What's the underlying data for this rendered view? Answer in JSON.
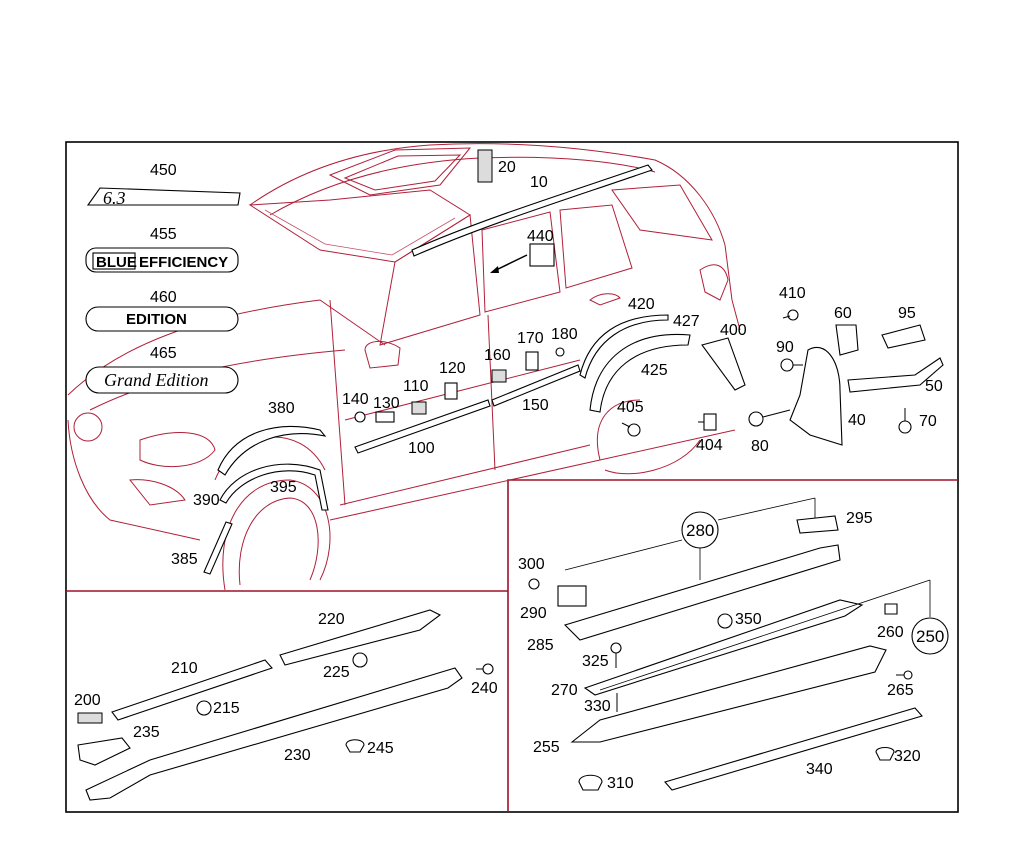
{
  "badges": {
    "badge_63": "6.3",
    "badge_blue": "BLUE",
    "badge_efficiency": "EFFICIENCY",
    "badge_edition": "EDITION",
    "badge_grand": "Grand Edition"
  },
  "callouts": {
    "c450": "450",
    "c455": "455",
    "c460": "460",
    "c465": "465",
    "c20": "20",
    "c10": "10",
    "c440": "440",
    "c420": "420",
    "c427": "427",
    "c425": "425",
    "c400": "400",
    "c410": "410",
    "c60": "60",
    "c95": "95",
    "c90": "90",
    "c50": "50",
    "c40": "40",
    "c70": "70",
    "c80": "80",
    "c404": "404",
    "c405": "405",
    "c380": "380",
    "c390": "390",
    "c395": "395",
    "c385": "385",
    "c140": "140",
    "c130": "130",
    "c110": "110",
    "c120": "120",
    "c100": "100",
    "c160": "160",
    "c170": "170",
    "c180": "180",
    "c150": "150",
    "c220": "220",
    "c210": "210",
    "c225": "225",
    "c200": "200",
    "c215": "215",
    "c235": "235",
    "c230": "230",
    "c245": "245",
    "c240": "240",
    "c280": "280",
    "c295": "295",
    "c300": "300",
    "c290": "290",
    "c350": "350",
    "c285": "285",
    "c325": "325",
    "c260": "260",
    "c250": "250",
    "c270": "270",
    "c265": "265",
    "c330": "330",
    "c255": "255",
    "c310": "310",
    "c340": "340",
    "c320": "320"
  }
}
